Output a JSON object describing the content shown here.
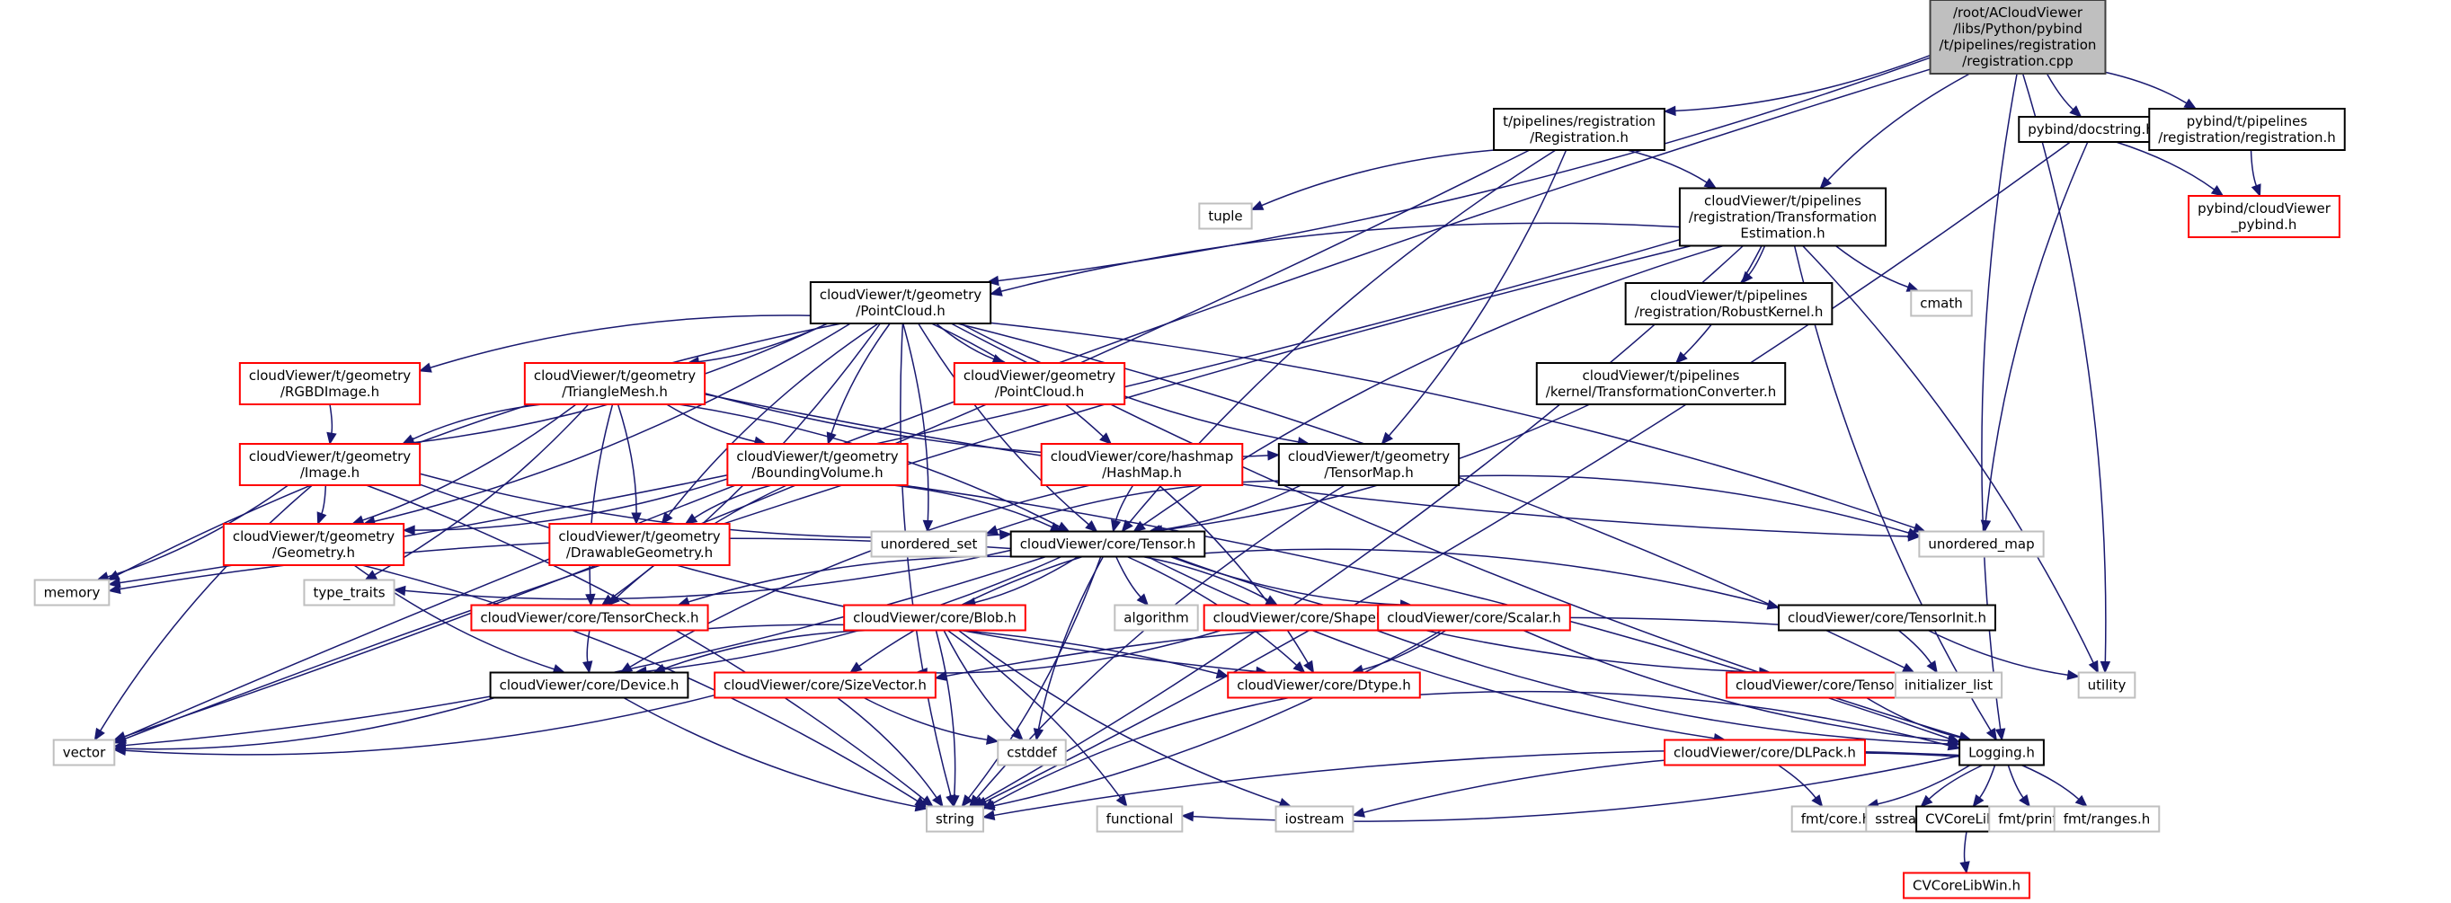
{
  "title": "Include dependency graph for registration.cpp",
  "colors": {
    "edge": "#191970",
    "root_fill": "#bfbfbf",
    "root_border": "#404040",
    "documented_border": "#000000",
    "truncated_border": "#ff0000",
    "external_border": "#bfbfbf",
    "node_fill": "#ffffff"
  },
  "nodes": [
    {
      "id": "root",
      "kind": "root",
      "lines": [
        "/root/ACloudViewer",
        "/libs/Python/pybind",
        "/t/pipelines/registration",
        "/registration.cpp"
      ]
    },
    {
      "id": "registration_h",
      "kind": "documented",
      "lines": [
        "t/pipelines/registration",
        "/Registration.h"
      ]
    },
    {
      "id": "docstring_h",
      "kind": "documented",
      "lines": [
        "pybind/docstring.h"
      ]
    },
    {
      "id": "pybind_registration_h",
      "kind": "documented",
      "lines": [
        "pybind/t/pipelines",
        "/registration/registration.h"
      ]
    },
    {
      "id": "cv_pybind_h",
      "kind": "truncated",
      "lines": [
        "pybind/cloudViewer",
        "_pybind.h"
      ]
    },
    {
      "id": "tuple",
      "kind": "external",
      "lines": [
        "tuple"
      ]
    },
    {
      "id": "transformation_estimation_h",
      "kind": "documented",
      "lines": [
        "cloudViewer/t/pipelines",
        "/registration/Transformation",
        "Estimation.h"
      ]
    },
    {
      "id": "pointcloud_t_h",
      "kind": "documented",
      "lines": [
        "cloudViewer/t/geometry",
        "/PointCloud.h"
      ]
    },
    {
      "id": "robust_kernel_h",
      "kind": "documented",
      "lines": [
        "cloudViewer/t/pipelines",
        "/registration/RobustKernel.h"
      ]
    },
    {
      "id": "cmath",
      "kind": "external",
      "lines": [
        "cmath"
      ]
    },
    {
      "id": "rgbd_image_h",
      "kind": "truncated",
      "lines": [
        "cloudViewer/t/geometry",
        "/RGBDImage.h"
      ]
    },
    {
      "id": "triangle_mesh_h",
      "kind": "truncated",
      "lines": [
        "cloudViewer/t/geometry",
        "/TriangleMesh.h"
      ]
    },
    {
      "id": "pointcloud_h",
      "kind": "truncated",
      "lines": [
        "cloudViewer/geometry",
        "/PointCloud.h"
      ]
    },
    {
      "id": "transformation_converter_h",
      "kind": "documented",
      "lines": [
        "cloudViewer/t/pipelines",
        "/kernel/TransformationConverter.h"
      ]
    },
    {
      "id": "image_h",
      "kind": "truncated",
      "lines": [
        "cloudViewer/t/geometry",
        "/Image.h"
      ]
    },
    {
      "id": "bounding_volume_h",
      "kind": "truncated",
      "lines": [
        "cloudViewer/t/geometry",
        "/BoundingVolume.h"
      ]
    },
    {
      "id": "hashmap_h",
      "kind": "truncated",
      "lines": [
        "cloudViewer/core/hashmap",
        "/HashMap.h"
      ]
    },
    {
      "id": "tensormap_h",
      "kind": "documented",
      "lines": [
        "cloudViewer/t/geometry",
        "/TensorMap.h"
      ]
    },
    {
      "id": "geometry_h",
      "kind": "truncated",
      "lines": [
        "cloudViewer/t/geometry",
        "/Geometry.h"
      ]
    },
    {
      "id": "drawable_geometry_h",
      "kind": "truncated",
      "lines": [
        "cloudViewer/t/geometry",
        "/DrawableGeometry.h"
      ]
    },
    {
      "id": "unordered_set",
      "kind": "external",
      "lines": [
        "unordered_set"
      ]
    },
    {
      "id": "tensor_h",
      "kind": "documented",
      "lines": [
        "cloudViewer/core/Tensor.h"
      ]
    },
    {
      "id": "unordered_map",
      "kind": "external",
      "lines": [
        "unordered_map"
      ]
    },
    {
      "id": "memory",
      "kind": "external",
      "lines": [
        "memory"
      ]
    },
    {
      "id": "type_traits",
      "kind": "external",
      "lines": [
        "type_traits"
      ]
    },
    {
      "id": "tensor_check_h",
      "kind": "truncated",
      "lines": [
        "cloudViewer/core/TensorCheck.h"
      ]
    },
    {
      "id": "blob_h",
      "kind": "truncated",
      "lines": [
        "cloudViewer/core/Blob.h"
      ]
    },
    {
      "id": "algorithm",
      "kind": "external",
      "lines": [
        "algorithm"
      ]
    },
    {
      "id": "shape_util_h",
      "kind": "truncated",
      "lines": [
        "cloudViewer/core/ShapeUtil.h"
      ]
    },
    {
      "id": "scalar_h",
      "kind": "truncated",
      "lines": [
        "cloudViewer/core/Scalar.h"
      ]
    },
    {
      "id": "tensor_init_h",
      "kind": "documented",
      "lines": [
        "cloudViewer/core/TensorInit.h"
      ]
    },
    {
      "id": "device_h",
      "kind": "documented",
      "lines": [
        "cloudViewer/core/Device.h"
      ]
    },
    {
      "id": "size_vector_h",
      "kind": "truncated",
      "lines": [
        "cloudViewer/core/SizeVector.h"
      ]
    },
    {
      "id": "dtype_h",
      "kind": "truncated",
      "lines": [
        "cloudViewer/core/Dtype.h"
      ]
    },
    {
      "id": "tensor_key_h",
      "kind": "truncated",
      "lines": [
        "cloudViewer/core/TensorKey.h"
      ]
    },
    {
      "id": "initializer_list",
      "kind": "external",
      "lines": [
        "initializer_list"
      ]
    },
    {
      "id": "utility",
      "kind": "external",
      "lines": [
        "utility"
      ]
    },
    {
      "id": "vector",
      "kind": "external",
      "lines": [
        "vector"
      ]
    },
    {
      "id": "cstddef",
      "kind": "external",
      "lines": [
        "cstddef"
      ]
    },
    {
      "id": "dlpack_h",
      "kind": "truncated",
      "lines": [
        "cloudViewer/core/DLPack.h"
      ]
    },
    {
      "id": "logging_h",
      "kind": "documented",
      "lines": [
        "Logging.h"
      ]
    },
    {
      "id": "string",
      "kind": "external",
      "lines": [
        "string"
      ]
    },
    {
      "id": "functional",
      "kind": "external",
      "lines": [
        "functional"
      ]
    },
    {
      "id": "iostream",
      "kind": "external",
      "lines": [
        "iostream"
      ]
    },
    {
      "id": "fmt_core_h",
      "kind": "external",
      "lines": [
        "fmt/core.h"
      ]
    },
    {
      "id": "sstream",
      "kind": "external",
      "lines": [
        "sstream"
      ]
    },
    {
      "id": "cvcorelib_h",
      "kind": "documented",
      "lines": [
        "CVCoreLib.h"
      ]
    },
    {
      "id": "fmt_printf_h",
      "kind": "external",
      "lines": [
        "fmt/printf.h"
      ]
    },
    {
      "id": "fmt_ranges_h",
      "kind": "external",
      "lines": [
        "fmt/ranges.h"
      ]
    },
    {
      "id": "cvcorelibwin_h",
      "kind": "truncated",
      "lines": [
        "CVCoreLibWin.h"
      ]
    }
  ],
  "edges": [
    [
      "root",
      "registration_h"
    ],
    [
      "root",
      "docstring_h"
    ],
    [
      "root",
      "pybind_registration_h"
    ],
    [
      "root",
      "transformation_estimation_h"
    ],
    [
      "root",
      "pointcloud_t_h"
    ],
    [
      "root",
      "vector"
    ],
    [
      "root",
      "utility"
    ],
    [
      "root",
      "logging_h"
    ],
    [
      "docstring_h",
      "cv_pybind_h"
    ],
    [
      "docstring_h",
      "unordered_map"
    ],
    [
      "docstring_h",
      "string"
    ],
    [
      "pybind_registration_h",
      "cv_pybind_h"
    ],
    [
      "registration_h",
      "transformation_estimation_h"
    ],
    [
      "registration_h",
      "tuple"
    ],
    [
      "registration_h",
      "tensormap_h"
    ],
    [
      "registration_h",
      "tensor_h"
    ],
    [
      "registration_h",
      "vector"
    ],
    [
      "transformation_estimation_h",
      "pointcloud_t_h"
    ],
    [
      "transformation_estimation_h",
      "robust_kernel_h"
    ],
    [
      "transformation_estimation_h",
      "cmath"
    ],
    [
      "transformation_estimation_h",
      "transformation_converter_h"
    ],
    [
      "transformation_estimation_h",
      "tensor_h"
    ],
    [
      "transformation_estimation_h",
      "memory"
    ],
    [
      "transformation_estimation_h",
      "vector"
    ],
    [
      "transformation_estimation_h",
      "utility"
    ],
    [
      "transformation_estimation_h",
      "logging_h"
    ],
    [
      "transformation_estimation_h",
      "string"
    ],
    [
      "pointcloud_t_h",
      "rgbd_image_h"
    ],
    [
      "pointcloud_t_h",
      "triangle_mesh_h"
    ],
    [
      "pointcloud_t_h",
      "pointcloud_h"
    ],
    [
      "pointcloud_t_h",
      "image_h"
    ],
    [
      "pointcloud_t_h",
      "bounding_volume_h"
    ],
    [
      "pointcloud_t_h",
      "hashmap_h"
    ],
    [
      "pointcloud_t_h",
      "tensormap_h"
    ],
    [
      "pointcloud_t_h",
      "geometry_h"
    ],
    [
      "pointcloud_t_h",
      "drawable_geometry_h"
    ],
    [
      "pointcloud_t_h",
      "unordered_set"
    ],
    [
      "pointcloud_t_h",
      "tensor_h"
    ],
    [
      "pointcloud_t_h",
      "unordered_map"
    ],
    [
      "pointcloud_t_h",
      "memory"
    ],
    [
      "pointcloud_t_h",
      "tensor_check_h"
    ],
    [
      "pointcloud_t_h",
      "string"
    ],
    [
      "pointcloud_t_h",
      "initializer_list"
    ],
    [
      "pointcloud_t_h",
      "logging_h"
    ],
    [
      "rgbd_image_h",
      "image_h"
    ],
    [
      "triangle_mesh_h",
      "image_h"
    ],
    [
      "triangle_mesh_h",
      "geometry_h"
    ],
    [
      "triangle_mesh_h",
      "bounding_volume_h"
    ],
    [
      "triangle_mesh_h",
      "drawable_geometry_h"
    ],
    [
      "triangle_mesh_h",
      "tensormap_h"
    ],
    [
      "triangle_mesh_h",
      "tensor_h"
    ],
    [
      "triangle_mesh_h",
      "tensor_check_h"
    ],
    [
      "triangle_mesh_h",
      "type_traits"
    ],
    [
      "triangle_mesh_h",
      "unordered_map"
    ],
    [
      "image_h",
      "geometry_h"
    ],
    [
      "image_h",
      "tensor_h"
    ],
    [
      "image_h",
      "memory"
    ],
    [
      "image_h",
      "vector"
    ],
    [
      "image_h",
      "string"
    ],
    [
      "image_h",
      "dtype_h"
    ],
    [
      "bounding_volume_h",
      "geometry_h"
    ],
    [
      "bounding_volume_h",
      "drawable_geometry_h"
    ],
    [
      "bounding_volume_h",
      "tensor_h"
    ],
    [
      "bounding_volume_h",
      "tensor_check_h"
    ],
    [
      "bounding_volume_h",
      "logging_h"
    ],
    [
      "hashmap_h",
      "tensor_h"
    ],
    [
      "hashmap_h",
      "dtype_h"
    ],
    [
      "hashmap_h",
      "device_h"
    ],
    [
      "tensormap_h",
      "tensor_h"
    ],
    [
      "tensormap_h",
      "unordered_set"
    ],
    [
      "tensormap_h",
      "unordered_map"
    ],
    [
      "tensormap_h",
      "string"
    ],
    [
      "transformation_converter_h",
      "tensor_h"
    ],
    [
      "geometry_h",
      "device_h"
    ],
    [
      "geometry_h",
      "string"
    ],
    [
      "tensor_h",
      "memory"
    ],
    [
      "tensor_h",
      "type_traits"
    ],
    [
      "tensor_h",
      "tensor_check_h"
    ],
    [
      "tensor_h",
      "blob_h"
    ],
    [
      "tensor_h",
      "algorithm"
    ],
    [
      "tensor_h",
      "shape_util_h"
    ],
    [
      "tensor_h",
      "scalar_h"
    ],
    [
      "tensor_h",
      "tensor_init_h"
    ],
    [
      "tensor_h",
      "tensor_key_h"
    ],
    [
      "tensor_h",
      "device_h"
    ],
    [
      "tensor_h",
      "size_vector_h"
    ],
    [
      "tensor_h",
      "dtype_h"
    ],
    [
      "tensor_h",
      "cstddef"
    ],
    [
      "tensor_h",
      "string"
    ],
    [
      "tensor_h",
      "dlpack_h"
    ],
    [
      "tensor_h",
      "vector"
    ],
    [
      "tensor_check_h",
      "device_h"
    ],
    [
      "tensor_check_h",
      "dtype_h"
    ],
    [
      "blob_h",
      "device_h"
    ],
    [
      "blob_h",
      "functional"
    ],
    [
      "blob_h",
      "iostream"
    ],
    [
      "blob_h",
      "string"
    ],
    [
      "blob_h",
      "cstddef"
    ],
    [
      "shape_util_h",
      "size_vector_h"
    ],
    [
      "shape_util_h",
      "logging_h"
    ],
    [
      "scalar_h",
      "dtype_h"
    ],
    [
      "scalar_h",
      "logging_h"
    ],
    [
      "scalar_h",
      "string"
    ],
    [
      "tensor_init_h",
      "size_vector_h"
    ],
    [
      "tensor_init_h",
      "initializer_list"
    ],
    [
      "tensor_init_h",
      "utility"
    ],
    [
      "device_h",
      "vector"
    ],
    [
      "device_h",
      "string"
    ],
    [
      "size_vector_h",
      "vector"
    ],
    [
      "size_vector_h",
      "cstddef"
    ],
    [
      "size_vector_h",
      "string"
    ],
    [
      "dtype_h",
      "string"
    ],
    [
      "dtype_h",
      "logging_h"
    ],
    [
      "tensor_key_h",
      "logging_h"
    ],
    [
      "dlpack_h",
      "fmt_core_h"
    ],
    [
      "logging_h",
      "string"
    ],
    [
      "logging_h",
      "functional"
    ],
    [
      "logging_h",
      "iostream"
    ],
    [
      "logging_h",
      "fmt_core_h"
    ],
    [
      "logging_h",
      "sstream"
    ],
    [
      "logging_h",
      "cvcorelib_h"
    ],
    [
      "logging_h",
      "fmt_printf_h"
    ],
    [
      "logging_h",
      "fmt_ranges_h"
    ],
    [
      "cvcorelib_h",
      "cvcorelibwin_h"
    ]
  ]
}
